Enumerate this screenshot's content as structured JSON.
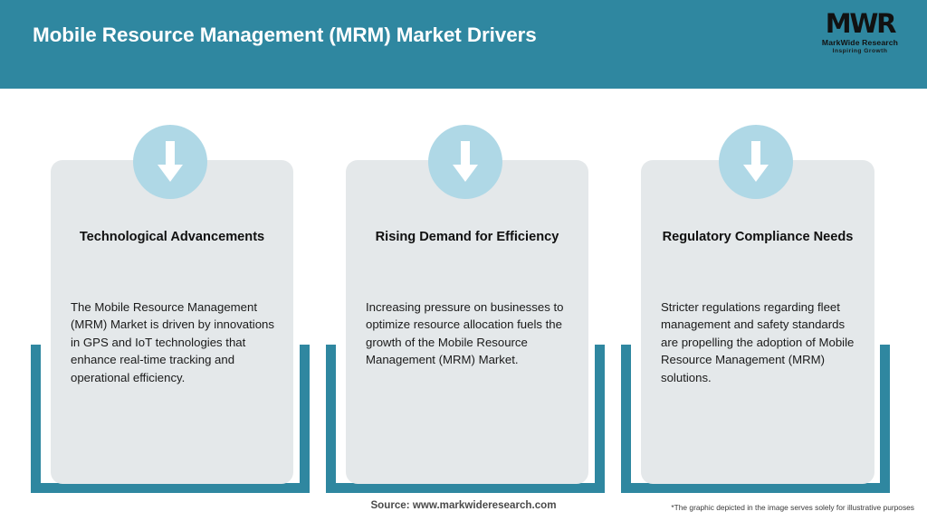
{
  "header": {
    "title": "Mobile Resource Management (MRM) Market Drivers",
    "background_color": "#2F87A0",
    "logo": {
      "mark": "MWR",
      "name": "MarkWide Research",
      "tagline": "Inspiring Growth"
    }
  },
  "cards": [
    {
      "icon": "down-arrow-icon",
      "title": "Technological Advancements",
      "body": "The Mobile Resource Management (MRM) Market is driven by innovations in GPS and IoT technologies that enhance real-time tracking and operational efficiency."
    },
    {
      "icon": "down-arrow-icon",
      "title": "Rising Demand for Efficiency",
      "body": "Increasing pressure on businesses to optimize resource allocation fuels the growth of the Mobile Resource Management (MRM) Market."
    },
    {
      "icon": "down-arrow-icon",
      "title": "Regulatory Compliance Needs",
      "body": "Stricter regulations regarding fleet management and safety standards are propelling the adoption of Mobile Resource Management (MRM) solutions."
    }
  ],
  "footer": {
    "source": "Source: www.markwideresearch.com",
    "disclaimer": "*The graphic depicted in the image serves solely for illustrative purposes"
  },
  "colors": {
    "brand_teal": "#2F87A0",
    "icon_circle": "#AFD8E6",
    "card_background": "#E4E8EA",
    "page_background": "#FFFFFF"
  }
}
